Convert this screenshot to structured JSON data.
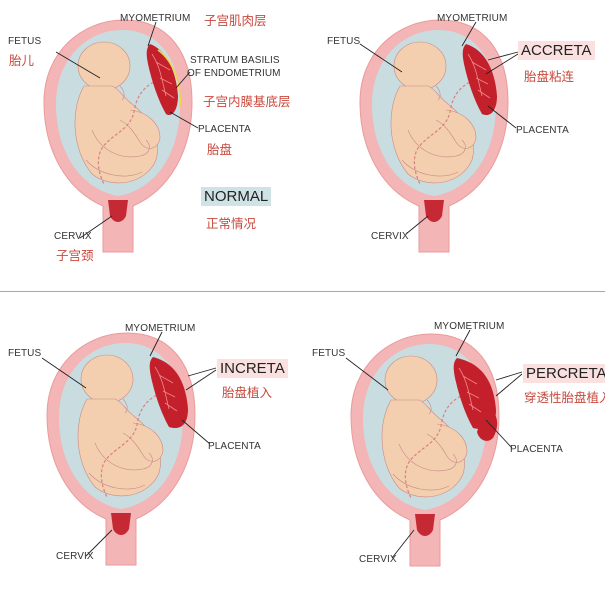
{
  "colors": {
    "uterus_wall": "#f3b5b5",
    "uterus_edge": "#ea9c9c",
    "amniotic": "#c9dde0",
    "fetus": "#f3cfb0",
    "fetus_line": "#c98a84",
    "placenta": "#c3202c",
    "placenta_vein": "#f08a8a",
    "cord": "#d98080",
    "strip_red": "#c52a34",
    "title_normal_bg": "#cfe3e6",
    "title_abn_bg": "#fbe0e0",
    "zh_text": "#c8483c",
    "en_text": "#333333",
    "endometrium_line": "#f2d34b"
  },
  "panels": [
    {
      "id": "normal",
      "title": "NORMAL",
      "title_zh": "正常情况",
      "labels": {
        "fetus": "FETUS",
        "fetus_zh": "胎儿",
        "myometrium": "MYOMETRIUM",
        "myometrium_zh": "子宫肌肉层",
        "stratum_line1": "STRATUM BASILIS",
        "stratum_line2": "OF ENDOMETRIUM",
        "stratum_zh": "子宫内膜基底层",
        "placenta": "PLACENTA",
        "placenta_zh": "胎盘",
        "cervix": "CERVIX",
        "cervix_zh": "子宫颈"
      }
    },
    {
      "id": "accreta",
      "title": "ACCRETA",
      "title_zh": "胎盘粘连",
      "labels": {
        "fetus": "FETUS",
        "myometrium": "MYOMETRIUM",
        "placenta": "PLACENTA",
        "cervix": "CERVIX"
      }
    },
    {
      "id": "increta",
      "title": "INCRETA",
      "title_zh": "胎盘植入",
      "labels": {
        "fetus": "FETUS",
        "myometrium": "MYOMETRIUM",
        "placenta": "PLACENTA",
        "cervix": "CERVIX"
      }
    },
    {
      "id": "percreta",
      "title": "PERCRETA",
      "title_zh": "穿透性胎盘植入",
      "labels": {
        "fetus": "FETUS",
        "myometrium": "MYOMETRIUM",
        "placenta": "PLACENTA",
        "cervix": "CERVIX"
      }
    }
  ]
}
